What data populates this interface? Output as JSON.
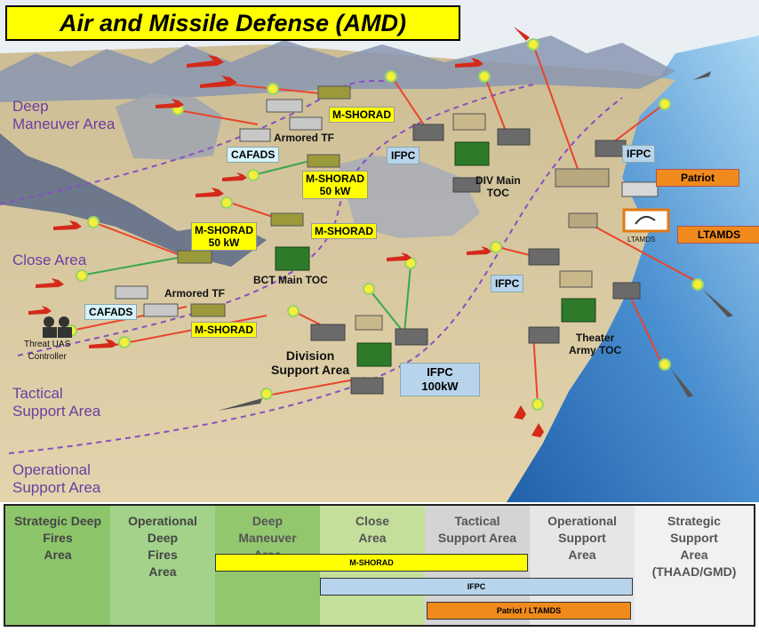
{
  "title": "Air and Missile Defense (AMD)",
  "areas": {
    "deep_maneuver": [
      "Deep",
      "Maneuver Area"
    ],
    "close": [
      "Close Area"
    ],
    "tactical_support": [
      "Tactical",
      "Support Area"
    ],
    "operational_support": [
      "Operational",
      "Support Area"
    ]
  },
  "map_labels": {
    "mshorad_top": "M-SHORAD",
    "armored_tf_top": "Armored TF",
    "cafads_top": "CAFADS",
    "mshorad_50kw_a": [
      "M-SHORAD",
      "50 kW"
    ],
    "mshorad_50kw_b": [
      "M-SHORAD",
      "50 kW"
    ],
    "mshorad_mid": "M-SHORAD",
    "bct_main_toc": "BCT Main TOC",
    "armored_tf_bottom": "Armored TF",
    "cafads_bottom": "CAFADS",
    "mshorad_bottom": "M-SHORAD",
    "threat_uas": [
      "Threat UAS",
      "Controller"
    ],
    "ifpc_left": "IFPC",
    "div_main_toc": [
      "DIV Main",
      "TOC"
    ],
    "ifpc_right": "IFPC",
    "patriot": "Patriot",
    "ltamds_small": "LTAMDS",
    "ltamds": "LTAMDS",
    "ifpc_mid": "IFPC",
    "division_support": [
      "Division",
      "Support Area"
    ],
    "ifpc_100kw": [
      "IFPC",
      "100kW"
    ],
    "theater_toc": [
      "Theater",
      "Army TOC"
    ]
  },
  "table": {
    "columns": [
      {
        "label": [
          "Strategic Deep",
          "Fires",
          "Area"
        ],
        "color": "#8dc56b"
      },
      {
        "label": [
          "Operational",
          "Deep",
          "Fires",
          "Area"
        ],
        "color": "#a3d28a"
      },
      {
        "label": [
          "Deep",
          "Maneuver",
          "Area"
        ],
        "color": "#93c76e"
      },
      {
        "label": [
          "Close",
          "Area"
        ],
        "color": "#c3df9b"
      },
      {
        "label": [
          "Tactical",
          "Support Area"
        ],
        "color": "#d4d4d4"
      },
      {
        "label": [
          "Operational",
          "Support",
          "Area"
        ],
        "color": "#e6e6e6"
      },
      {
        "label": [
          "Strategic",
          "Support",
          "Area",
          "(THAAD/GMD)"
        ],
        "color": "#f1f1f1"
      }
    ],
    "bars": [
      {
        "label": "M-SHORAD",
        "color": "#ffff00"
      },
      {
        "label": "IFPC",
        "color": "#b8d4ec"
      },
      {
        "label": "Patriot / LTAMDS",
        "color": "#f08a1c"
      }
    ]
  },
  "colors": {
    "engagement_red": "#e8452c",
    "engagement_green": "#3aa84a",
    "boundary_purple": "#8a4fc0",
    "sea": "#4a8fd0",
    "terrain": "#d8c89c"
  }
}
